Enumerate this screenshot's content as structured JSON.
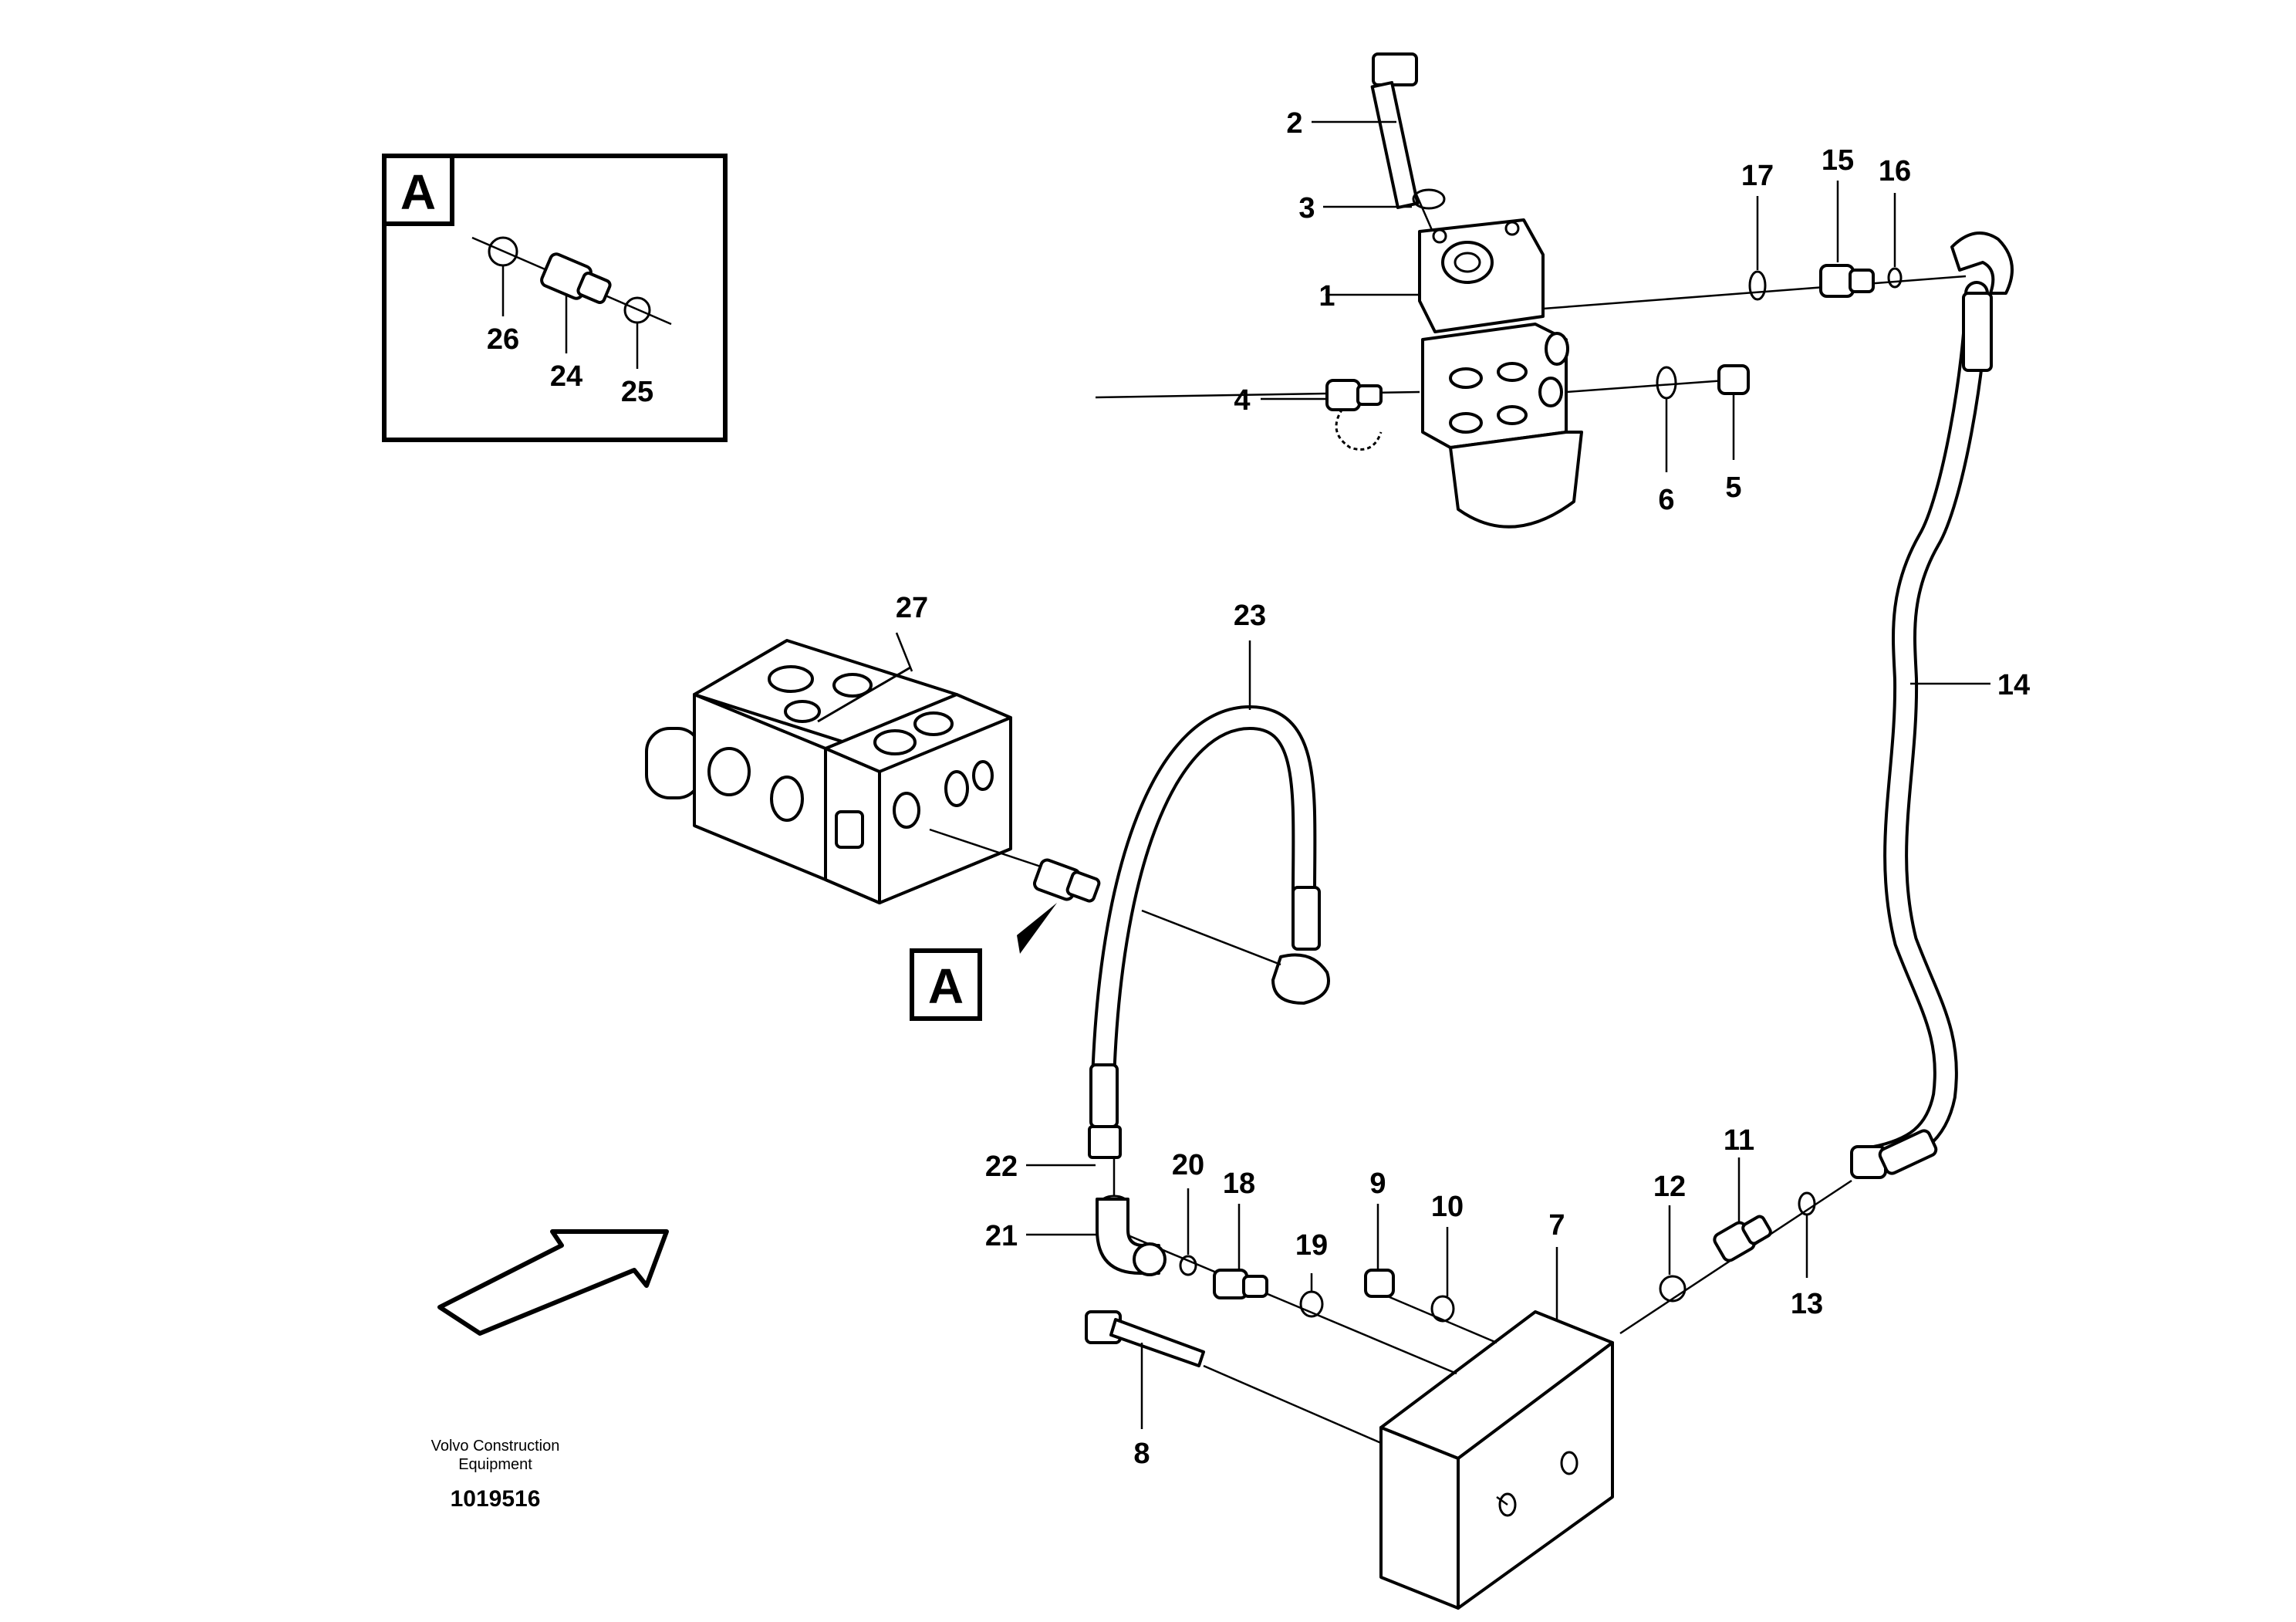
{
  "detail_view": {
    "label": "A",
    "parts": [
      "26",
      "24",
      "25"
    ]
  },
  "callout_marker": {
    "label": "A"
  },
  "part_numbers": [
    "1",
    "2",
    "3",
    "4",
    "5",
    "6",
    "7",
    "8",
    "9",
    "10",
    "11",
    "12",
    "13",
    "14",
    "15",
    "16",
    "17",
    "18",
    "19",
    "20",
    "21",
    "22",
    "23",
    "27"
  ],
  "footer": {
    "company_line1": "Volvo Construction",
    "company_line2": "Equipment",
    "drawing_id": "1019516"
  },
  "icons": [
    "direction-arrow-icon"
  ]
}
